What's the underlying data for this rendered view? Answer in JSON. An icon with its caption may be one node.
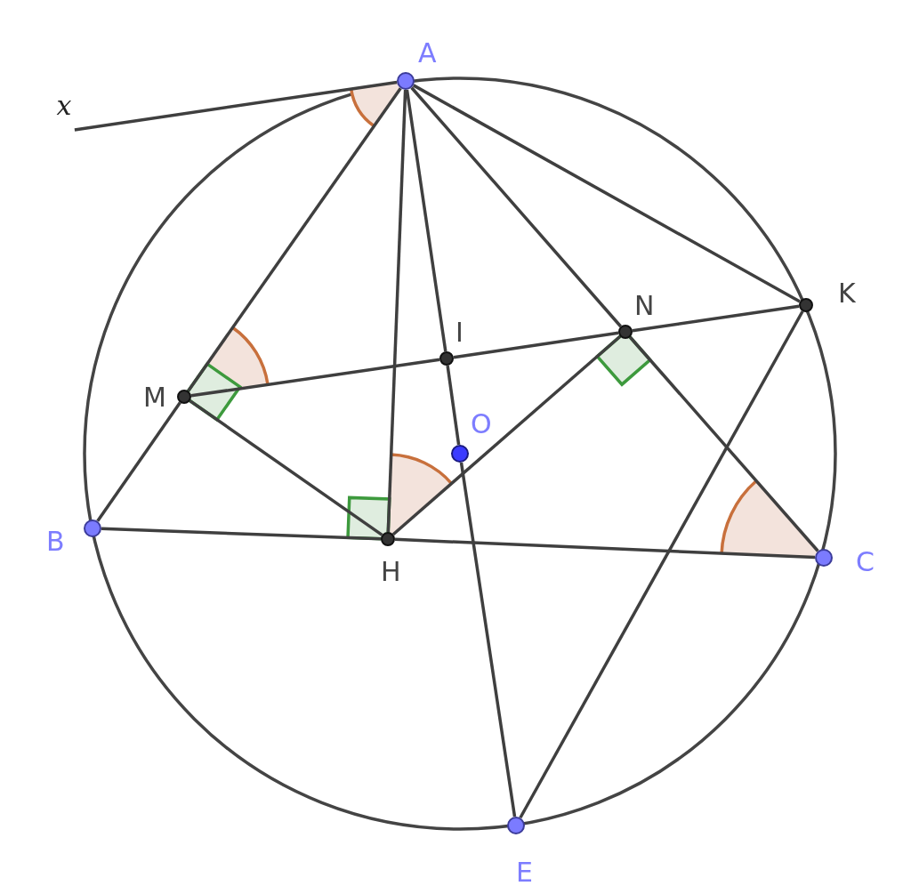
{
  "diagram": {
    "nodes": [
      {
        "text": [
          "A"
        ]
      },
      {
        "text": [
          "x"
        ]
      },
      {
        "text": [
          "K"
        ]
      },
      {
        "text": [
          "N"
        ]
      },
      {
        "text": [
          "I"
        ]
      },
      {
        "text": [
          "M"
        ]
      },
      {
        "text": [
          "O"
        ]
      },
      {
        "text": [
          "B"
        ]
      },
      {
        "text": [
          "H"
        ]
      },
      {
        "text": [
          "C"
        ]
      },
      {
        "text": [
          "E"
        ]
      }
    ],
    "edges": [
      {
        "from": 1,
        "to": 0,
        "arrow": "none"
      },
      {
        "from": 0,
        "to": 5,
        "arrow": "none"
      },
      {
        "from": 5,
        "to": 7,
        "arrow": "none"
      },
      {
        "from": 0,
        "to": 8,
        "arrow": "none"
      },
      {
        "from": 0,
        "to": 4,
        "arrow": "none"
      },
      {
        "from": 4,
        "to": 6,
        "arrow": "none"
      },
      {
        "from": 6,
        "to": 10,
        "arrow": "none"
      },
      {
        "from": 0,
        "to": 3,
        "arrow": "none"
      },
      {
        "from": 3,
        "to": 9,
        "arrow": "none"
      },
      {
        "from": 0,
        "to": 2,
        "arrow": "none"
      },
      {
        "from": 5,
        "to": 4,
        "arrow": "none"
      },
      {
        "from": 4,
        "to": 3,
        "arrow": "none"
      },
      {
        "from": 3,
        "to": 2,
        "arrow": "none"
      },
      {
        "from": 5,
        "to": 8,
        "arrow": "none"
      },
      {
        "from": 8,
        "to": 3,
        "arrow": "none"
      },
      {
        "from": 7,
        "to": 8,
        "arrow": "none"
      },
      {
        "from": 8,
        "to": 9,
        "arrow": "none"
      },
      {
        "from": 2,
        "to": 10,
        "arrow": "none"
      }
    ]
  }
}
